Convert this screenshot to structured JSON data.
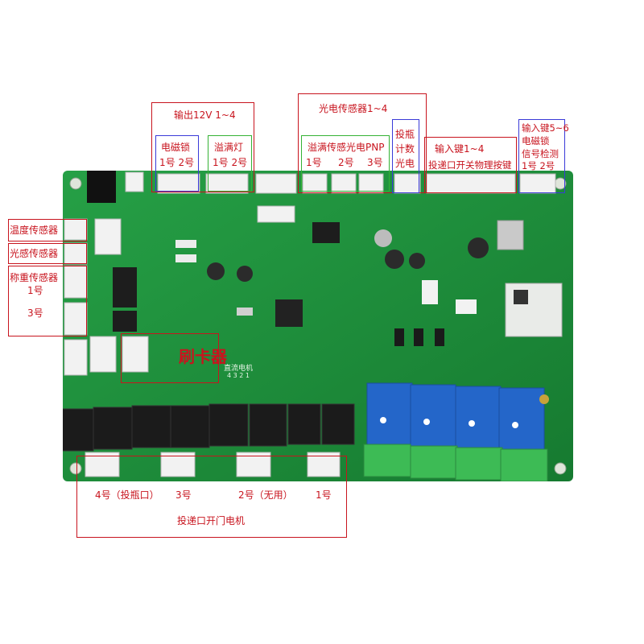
{
  "labels": {
    "output_12v": "输出12V  1~4",
    "em_lock": "电磁锁",
    "em_lock_nums": "1号  2号",
    "overflow_lamp": "溢满灯",
    "overflow_lamp_nums": "1号  2号",
    "photo_sensor": "光电传感器1~4",
    "overflow_pnp": "溢满传感光电PNP",
    "pnp_1": "1号",
    "pnp_2": "2号",
    "pnp_3": "3号",
    "drop_count_1": "投瓶",
    "drop_count_2": "计数",
    "drop_count_3": "光电",
    "input_key": "输入键1~4",
    "input_key_sub": "投递口开关物理按键",
    "input_key_56": "输入键5~6",
    "lock_sig_1": "电磁锁",
    "lock_sig_2": "信号检测",
    "lock_sig_nums": "1号  2号",
    "temp_sensor": "温度传感器",
    "light_sensor": "光感传感器",
    "weigh_sensor": "称重传感器",
    "weigh_1": "1号",
    "weigh_3": "3号",
    "card_reader": "刷卡器",
    "motor_4": "4号（投瓶口）",
    "motor_3": "3号",
    "motor_2": "2号（无用）",
    "motor_1": "1号",
    "motor_title": "投递口开门电机",
    "pcb_silk": "直流电机",
    "pcb_silk_nums": "4 3 2 1"
  },
  "colors": {
    "annotation_red": "#c8141e",
    "annotation_blue": "#3a3ad8",
    "annotation_green": "#35b335",
    "pcb_green": "#1f8f3a",
    "relay_blue": "#2466c9",
    "relay_black": "#1b1b1b",
    "terminal_green": "#3dbb55"
  }
}
